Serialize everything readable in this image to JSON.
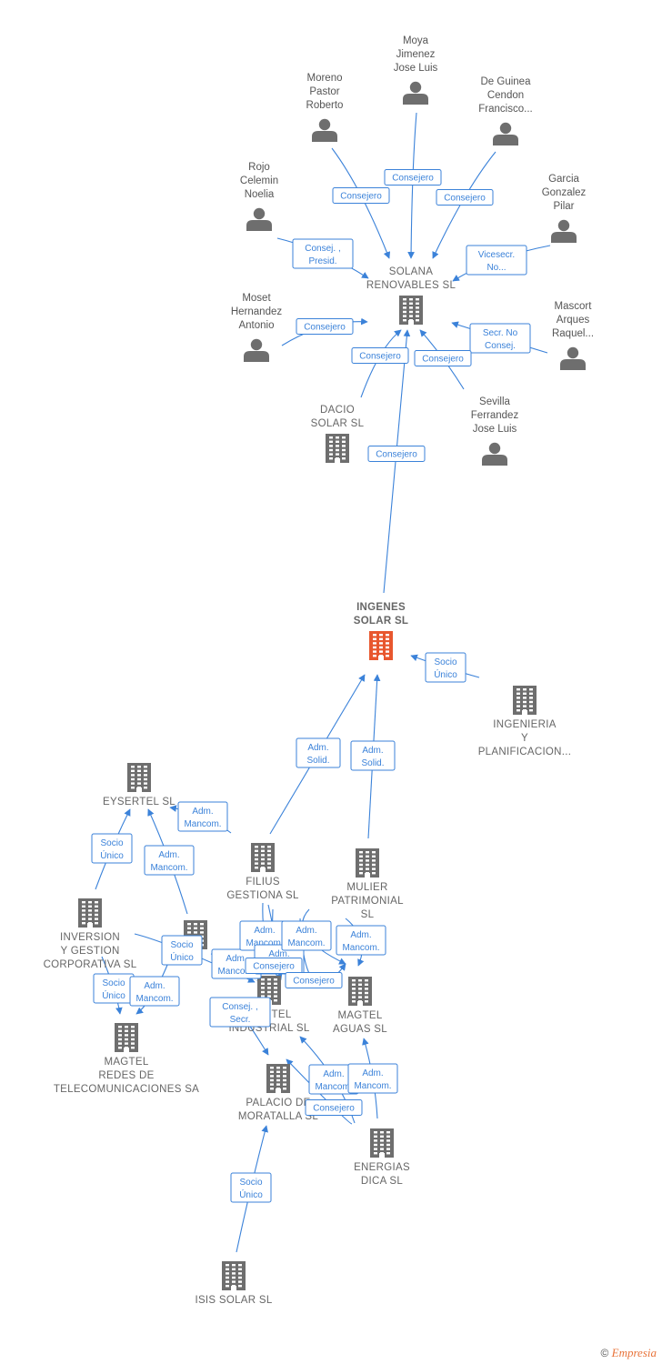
{
  "nodes": [
    {
      "id": "moya",
      "type": "person",
      "label": [
        "Moya",
        "Jimenez",
        "Jose Luis"
      ]
    },
    {
      "id": "moreno",
      "type": "person",
      "label": [
        "Moreno",
        "Pastor",
        "Roberto"
      ]
    },
    {
      "id": "deguinea",
      "type": "person",
      "label": [
        "De Guinea",
        "Cendon",
        "Francisco..."
      ]
    },
    {
      "id": "rojo",
      "type": "person",
      "label": [
        "Rojo",
        "Celemin",
        "Noelia"
      ]
    },
    {
      "id": "garcia",
      "type": "person",
      "label": [
        "Garcia",
        "Gonzalez",
        "Pilar"
      ]
    },
    {
      "id": "moset",
      "type": "person",
      "label": [
        "Moset",
        "Hernandez",
        "Antonio"
      ]
    },
    {
      "id": "mascort",
      "type": "person",
      "label": [
        "Mascort",
        "Arques",
        "Raquel..."
      ]
    },
    {
      "id": "sevilla",
      "type": "person",
      "label": [
        "Sevilla",
        "Ferrandez",
        "Jose Luis"
      ]
    },
    {
      "id": "solana",
      "type": "company",
      "label": [
        "SOLANA",
        "RENOVABLES SL"
      ]
    },
    {
      "id": "dacio",
      "type": "company",
      "label": [
        "DACIO",
        "SOLAR  SL"
      ]
    },
    {
      "id": "ingenes",
      "type": "focus",
      "label": [
        "INGENES",
        "SOLAR  SL"
      ]
    },
    {
      "id": "ingenieria",
      "type": "company",
      "label": [
        "INGENIERIA",
        "Y",
        "PLANIFICACION..."
      ]
    },
    {
      "id": "eysertel",
      "type": "company",
      "label": [
        "EYSERTEL SL"
      ]
    },
    {
      "id": "filius",
      "type": "company",
      "label": [
        "FILIUS",
        "GESTIONA SL"
      ]
    },
    {
      "id": "mulier",
      "type": "company",
      "label": [
        "MULIER",
        "PATRIMONIAL",
        "SL"
      ]
    },
    {
      "id": "inversion",
      "type": "company",
      "label": [
        "INVERSION",
        "Y GESTION",
        "CORPORATIVA SL"
      ]
    },
    {
      "id": "midco",
      "type": "company",
      "label": []
    },
    {
      "id": "magtelind",
      "type": "company",
      "label": [
        "MAGTEL",
        "INDUSTRIAL SL"
      ]
    },
    {
      "id": "magtelaguas",
      "type": "company",
      "label": [
        "MAGTEL",
        "AGUAS  SL"
      ]
    },
    {
      "id": "magtelredes",
      "type": "company",
      "label": [
        "MAGTEL",
        "REDES DE",
        "TELECOMUNICACIONES SA"
      ]
    },
    {
      "id": "palacio",
      "type": "company",
      "label": [
        "PALACIO DE",
        "MORATALLA SL"
      ]
    },
    {
      "id": "energias",
      "type": "company",
      "label": [
        "ENERGIAS",
        "DICA SL"
      ]
    },
    {
      "id": "isis",
      "type": "company",
      "label": [
        "ISIS SOLAR  SL"
      ]
    }
  ],
  "edges": [
    {
      "from": "moreno",
      "to": "solana",
      "label": [
        "Consejero"
      ]
    },
    {
      "from": "moya",
      "to": "solana",
      "label": [
        "Consejero"
      ]
    },
    {
      "from": "deguinea",
      "to": "solana",
      "label": [
        "Consejero"
      ]
    },
    {
      "from": "rojo",
      "to": "solana",
      "label": [
        "Consej. ,",
        "Presid."
      ]
    },
    {
      "from": "garcia",
      "to": "solana",
      "label": [
        "Vicesecr.",
        "No..."
      ]
    },
    {
      "from": "moset",
      "to": "solana",
      "label": [
        "Consejero"
      ]
    },
    {
      "from": "mascort",
      "to": "solana",
      "label": [
        "Secr.  No",
        "Consej."
      ]
    },
    {
      "from": "dacio",
      "to": "solana",
      "label": [
        "Consejero"
      ]
    },
    {
      "from": "sevilla",
      "to": "solana",
      "label": [
        "Consejero"
      ]
    },
    {
      "from": "ingenes",
      "to": "solana",
      "label": [
        "Consejero"
      ]
    },
    {
      "from": "ingenieria",
      "to": "ingenes",
      "label": [
        "Socio",
        "Único"
      ]
    },
    {
      "from": "filius",
      "to": "ingenes",
      "label": [
        "Adm.",
        "Solid."
      ]
    },
    {
      "from": "mulier",
      "to": "ingenes",
      "label": [
        "Adm.",
        "Solid."
      ]
    },
    {
      "from": "inversion",
      "to": "eysertel",
      "label": [
        "Socio",
        "Único"
      ]
    },
    {
      "from": "midco",
      "to": "eysertel",
      "label": [
        "Adm.",
        "Mancom."
      ]
    },
    {
      "from": "filius",
      "to": "eysertel",
      "label": [
        "Adm.",
        "Mancom."
      ]
    },
    {
      "from": "inversion",
      "to": "magtelredes",
      "label": [
        "Socio",
        "Único"
      ]
    },
    {
      "from": "midco",
      "to": "magtelredes",
      "label": [
        "Adm.",
        "Mancom."
      ]
    },
    {
      "from": "inversion",
      "to": "magtelind",
      "label": [
        "Socio",
        "Único"
      ]
    },
    {
      "from": "midco",
      "to": "magtelind",
      "label": [
        "Adm.",
        "Mancom."
      ]
    },
    {
      "from": "filius",
      "to": "magtelind",
      "label": [
        "Adm.",
        "Mancom."
      ]
    },
    {
      "from": "filius",
      "to": "magtelind",
      "label": [
        "Adm.",
        "Mancom."
      ]
    },
    {
      "from": "mulier",
      "to": "magtelind",
      "label": [
        "Adm.",
        "Mancom."
      ]
    },
    {
      "from": "filius",
      "to": "magtelind",
      "label": [
        "Consejero"
      ]
    },
    {
      "from": "mulier",
      "to": "magtelaguas",
      "label": [
        "Adm.",
        "Mancom."
      ]
    },
    {
      "from": "filius",
      "to": "magtelaguas",
      "label": [
        "Consejero"
      ]
    },
    {
      "from": "midco",
      "to": "palacio",
      "label": [
        "Consej. ,",
        "Secr."
      ]
    },
    {
      "from": "energias",
      "to": "palacio",
      "label": [
        "Adm.",
        "Mancom."
      ]
    },
    {
      "from": "energias",
      "to": "magtelaguas",
      "label": [
        "Adm.",
        "Mancom."
      ]
    },
    {
      "from": "energias",
      "to": "palacio",
      "label": [
        "Consejero"
      ]
    },
    {
      "from": "isis",
      "to": "palacio",
      "label": [
        "Socio",
        "Único"
      ]
    }
  ],
  "colors": {
    "edge": "#3b82d9",
    "person_icon": "#6e6e6e",
    "company_icon": "#6e6e6e",
    "focus_icon": "#e8572e",
    "label_text": "#555555"
  },
  "footer": {
    "copyright": "©",
    "brand": "Empresia"
  }
}
